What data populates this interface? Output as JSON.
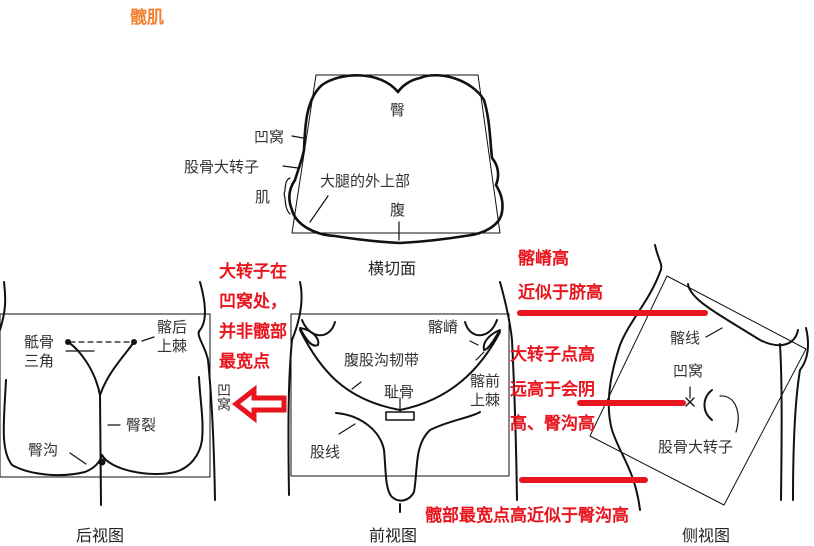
{
  "title": "髋肌",
  "colors": {
    "title": "#f07f2e",
    "annotation": "#e8141e",
    "line": "#111111"
  },
  "cross_section": {
    "caption": "横切面",
    "labels": {
      "gluteus": "臀",
      "fossa": "凹窝",
      "greater_trochanter": "股骨大转子",
      "muscle": "肌",
      "upper_outer_thigh": "大腿的外上部",
      "abdomen": "腹"
    }
  },
  "back_view": {
    "caption": "后视图",
    "labels": {
      "sacral_triangle_line1": "骶骨",
      "sacral_triangle_line2": "三角",
      "psis_line1": "髂后",
      "psis_line2": "上棘",
      "gluteal_cleft": "臀裂",
      "gluteal_fold": "臀沟",
      "fossa": "凹窝"
    }
  },
  "front_view": {
    "caption": "前视图",
    "labels": {
      "iliac_crest": "髂嵴",
      "inguinal_ligament": "腹股沟韧带",
      "pubis": "耻骨",
      "asis_line1": "髂前",
      "asis_line2": "上棘",
      "groin_line": "股线"
    }
  },
  "side_view": {
    "caption": "侧视图",
    "labels": {
      "iliac_line": "髂线",
      "fossa": "凹窝",
      "greater_trochanter": "股骨大转子"
    }
  },
  "annotations": {
    "trochanter_note": [
      "大转子在",
      "凹窝处，",
      "并非髋部",
      "最宽点"
    ],
    "iliac_crest_note": [
      "髂嵴高",
      "近似于脐高"
    ],
    "trochanter_height_note": [
      "大转子点高",
      "远高于会阴",
      "高、臀沟高"
    ],
    "widest_point_note": "髋部最宽点高近似于臀沟高"
  }
}
